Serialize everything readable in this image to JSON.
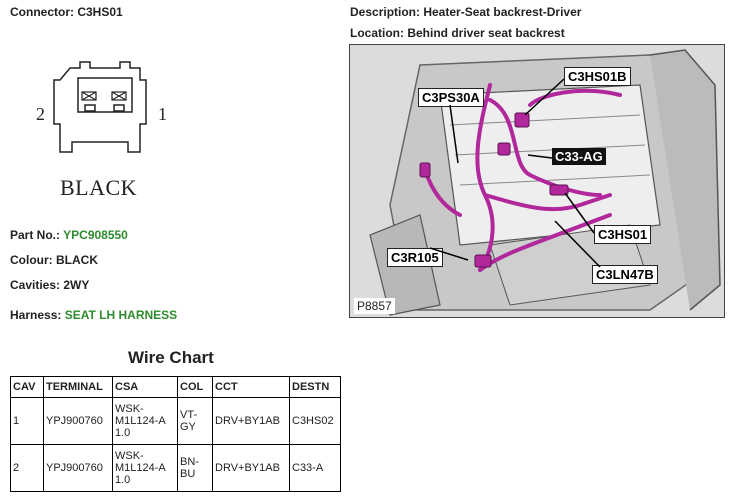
{
  "connector": {
    "label": "Connector: C3HS01",
    "pin_left": "2",
    "pin_right": "1",
    "colour_text": "BLACK"
  },
  "description": "Description: Heater-Seat backrest-Driver",
  "location": "Location: Behind driver seat backrest",
  "details": {
    "part_label": "Part No.:",
    "part_value": "YPC908550",
    "colour_label": "Colour:",
    "colour_value": "BLACK",
    "cavities_label": "Cavities:",
    "cavities_value": "2WY",
    "harness_label": "Harness:",
    "harness_value": "SEAT LH HARNESS"
  },
  "photo": {
    "callouts": {
      "c3hs01b": "C3HS01B",
      "c3ps30a": "C3PS30A",
      "c33ag": "C33-AG",
      "c3hs01": "C3HS01",
      "c3r105": "C3R105",
      "c3ln47b": "C3LN47B"
    },
    "ref": "P8857"
  },
  "wire_chart": {
    "title": "Wire Chart",
    "headers": [
      "CAV",
      "TERMINAL",
      "CSA",
      "COL",
      "CCT",
      "DESTN"
    ],
    "rows": [
      [
        "1",
        "YPJ900760",
        "WSK-\nM1L124-A\n1.0",
        "VT-\nGY",
        "DRV+BY1AB",
        "C3HS02"
      ],
      [
        "2",
        "YPJ900760",
        "WSK-\nM1L124-A\n1.0",
        "BN-\nBU",
        "DRV+BY1AB",
        "C33-A"
      ]
    ]
  },
  "colors": {
    "accent_green": "#2e8b2e",
    "harness_magenta": "#b0289c"
  }
}
